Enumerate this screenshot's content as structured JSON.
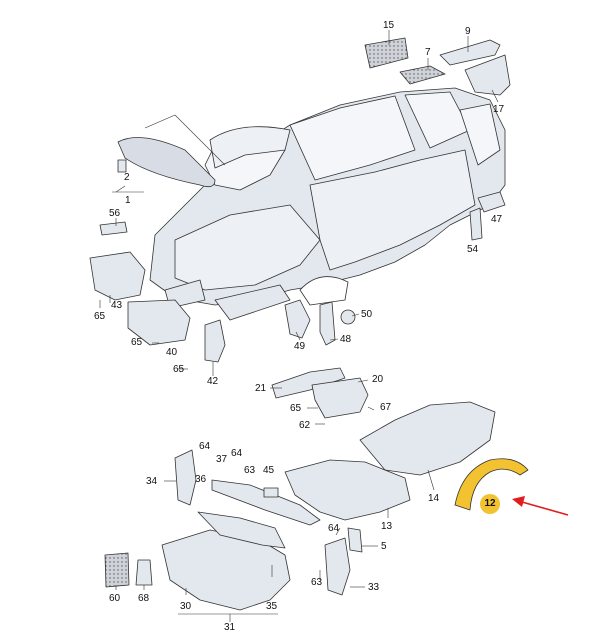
{
  "diagram": {
    "labels": {
      "l1": "1",
      "l2": "2",
      "l5": "5",
      "l7": "7",
      "l9": "9",
      "l12": "12",
      "l13": "13",
      "l14": "14",
      "l15": "15",
      "l17": "17",
      "l20": "20",
      "l21": "21",
      "l30": "30",
      "l31": "31",
      "l33": "33",
      "l34": "34",
      "l35": "35",
      "l36": "36",
      "l37": "37",
      "l40": "40",
      "l42": "42",
      "l43": "43",
      "l45": "45",
      "l47": "47",
      "l48": "48",
      "l49": "49",
      "l50": "50",
      "l54": "54",
      "l56": "56",
      "l60": "60",
      "l62": "62",
      "l67": "67",
      "l68": "68",
      "l63a": "63",
      "l63b": "63",
      "l64a": "64",
      "l64b": "64",
      "l64c": "64",
      "l65a": "65",
      "l65b": "65",
      "l65c": "65",
      "l65d": "65"
    },
    "colors": {
      "part_fill": "#e3e7ee",
      "part_stroke": "#333333",
      "highlight": "#f2c230",
      "arrow": "#e11d1d"
    }
  }
}
